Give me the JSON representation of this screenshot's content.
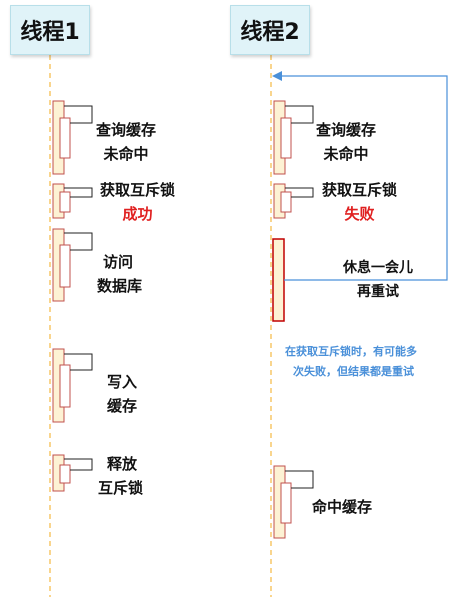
{
  "thread1": {
    "title": "线程1",
    "steps": [
      {
        "line1": "查询缓存",
        "line2": "未命中"
      },
      {
        "line1": "获取互斥锁",
        "line2": "成功"
      },
      {
        "line1": "访问",
        "line2": "数据库"
      },
      {
        "line1": "写入",
        "line2": "缓存"
      },
      {
        "line1": "释放",
        "line2": "互斥锁"
      }
    ]
  },
  "thread2": {
    "title": "线程2",
    "steps": [
      {
        "line1": "查询缓存",
        "line2": "未命中"
      },
      {
        "line1": "获取互斥锁",
        "line2": "失败"
      },
      {
        "line1": "休息一会儿",
        "line2": "再重试"
      },
      {
        "line1": "命中缓存"
      }
    ],
    "note": {
      "line1": "在获取互斥锁时，有可能多",
      "line2": "次失败，但结果都是重试"
    }
  },
  "colors": {
    "lifeline": "#f5b942",
    "activation_fill": "#fdf2d4",
    "activation_border": "#c0504d",
    "inner_fill": "#ffffff",
    "red_activation_border": "#c00000",
    "retry_arrow": "#4a90d9",
    "success_text": "#e02020",
    "fail_text": "#e02020",
    "note_text": "#4a90d9"
  }
}
